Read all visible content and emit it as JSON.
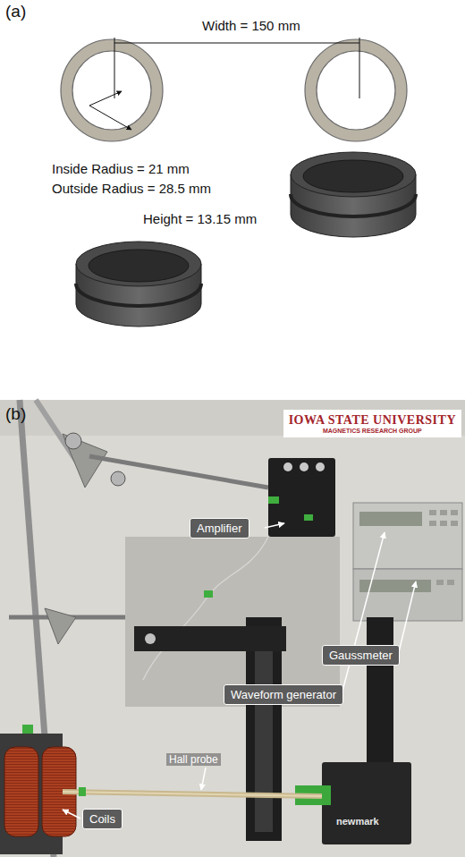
{
  "diagram": {
    "nodes": [
      {
        "text": [
          "IOWA STATE UNIVERSITY",
          "MAGNETICS RESEARCH GROUP"
        ]
      },
      {
        "text": [
          "Amplifier"
        ]
      },
      {
        "text": [
          "Gaussmeter"
        ]
      },
      {
        "text": [
          "Waveform generator"
        ]
      },
      {
        "text": [
          "Coils"
        ]
      }
    ],
    "labels": [
      "(a)",
      "Width = 150 mm",
      "Inside Radius = 21 mm",
      "Outside Radius = 28.5 mm",
      "Height = 13.15 mm",
      "(b)",
      "Hall probe",
      "newmark"
    ]
  }
}
